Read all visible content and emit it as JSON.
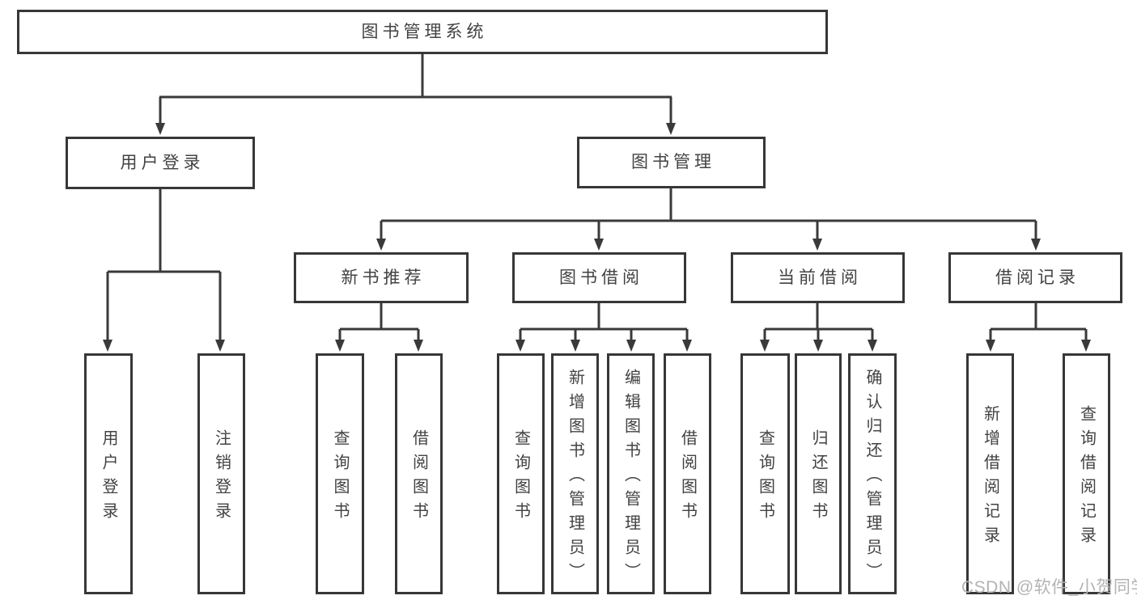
{
  "colors": {
    "background": "#ffffff",
    "line": "#3a3a3a",
    "box_border": "#373737",
    "text": "#424242",
    "watermark": "#b3b3b3"
  },
  "tree": {
    "root": {
      "label": "图书管理系统"
    },
    "branches": [
      {
        "label": "用户登录",
        "children": [
          {
            "label": "用户登录"
          },
          {
            "label": "注销登录"
          }
        ]
      },
      {
        "label": "图书管理",
        "children": [
          {
            "label": "新书推荐",
            "children": [
              {
                "label": "查询图书"
              },
              {
                "label": "借阅图书"
              }
            ]
          },
          {
            "label": "图书借阅",
            "children": [
              {
                "label": "查询图书"
              },
              {
                "label": "新增图书（管理员）"
              },
              {
                "label": "编辑图书（管理员）"
              },
              {
                "label": "借阅图书"
              }
            ]
          },
          {
            "label": "当前借阅",
            "children": [
              {
                "label": "查询图书"
              },
              {
                "label": "归还图书"
              },
              {
                "label": "确认归还（管理员）"
              }
            ]
          },
          {
            "label": "借阅记录",
            "children": [
              {
                "label": "新增借阅记录"
              },
              {
                "label": "查询借阅记录"
              }
            ]
          }
        ]
      }
    ]
  },
  "watermark": {
    "text": "CSDN @软件_小贺同学"
  }
}
